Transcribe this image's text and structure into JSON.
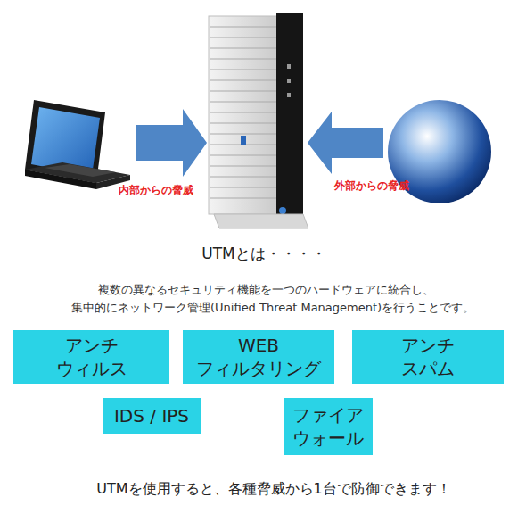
{
  "diagram": {
    "title": "UTMとは・・・・",
    "caption": "UTMを使用すると、各種脅威から1台で防御できます！",
    "nodes": [
      {
        "text": [
          "アンチ ウィルス"
        ]
      },
      {
        "text": [
          "WEB フィルタリング"
        ]
      },
      {
        "text": [
          "アンチ スパム"
        ]
      },
      {
        "text": [
          "IDS / IPS"
        ]
      },
      {
        "text": [
          "ファイア ウォール"
        ]
      }
    ],
    "labels": [
      "内部からの脅威",
      "外部からの脅威",
      "複数の異なるセキュリティ機能を一つのハードウェアに統合し、",
      "集中的にネットワーク管理(Unified Threat Management)を行うことです。"
    ]
  }
}
